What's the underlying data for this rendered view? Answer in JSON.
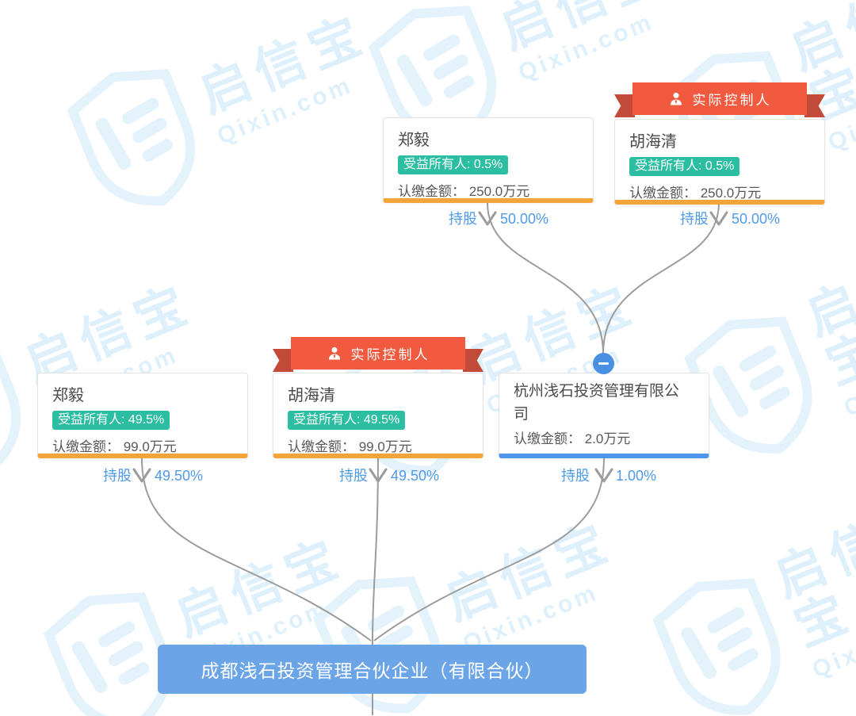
{
  "brand_watermark": {
    "name": "启信宝",
    "domain": "Qixin.com"
  },
  "colors": {
    "badge_teal": "#2cbea2",
    "bar_orange": "#f3a43b",
    "bar_blue": "#4e95ee",
    "ribbon_red": "#f15a3e",
    "ribbon_fold_red": "#c14b38",
    "root_box_blue": "#6ba5e8",
    "edge_label_blue": "#4f9ae8",
    "line_grey": "#9c9c9c",
    "collapse_btn_blue": "#4a90e2",
    "watermark_blue": "#def0fb"
  },
  "nodes": {
    "top_left": {
      "name": "郑毅",
      "badge": "受益所有人: 0.5%",
      "amount": "认缴金额： 250.0万元"
    },
    "top_right": {
      "name": "胡海清",
      "ribbon": "实际控制人",
      "badge": "受益所有人: 0.5%",
      "amount": "认缴金额： 250.0万元"
    },
    "mid_left": {
      "name": "郑毅",
      "badge": "受益所有人: 49.5%",
      "amount": "认缴金额： 99.0万元"
    },
    "mid_center": {
      "name": "胡海清",
      "ribbon": "实际控制人",
      "badge": "受益所有人: 49.5%",
      "amount": "认缴金额： 99.0万元"
    },
    "mid_right": {
      "name": "杭州浅石投资管理有限公司",
      "amount": "认缴金额： 2.0万元"
    },
    "root": {
      "name": "成都浅石投资管理合伙企业（有限合伙）"
    }
  },
  "edges": {
    "top_left": {
      "label": "持股",
      "value": "50.00%"
    },
    "top_right": {
      "label": "持股",
      "value": "50.00%"
    },
    "mid_left": {
      "label": "持股",
      "value": "49.50%"
    },
    "mid_center": {
      "label": "持股",
      "value": "49.50%"
    },
    "mid_right": {
      "label": "持股",
      "value": "1.00%"
    }
  }
}
